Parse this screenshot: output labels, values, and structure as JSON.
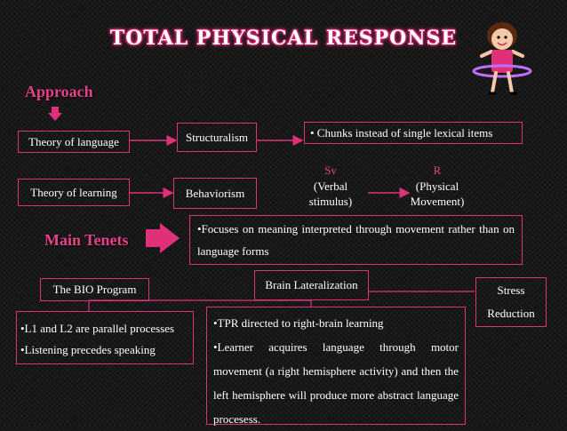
{
  "title": "TOTAL PHYSICAL RESPONSE",
  "approach": {
    "heading": "Approach",
    "language_label": "Theory of language",
    "structuralism": "Structuralism",
    "chunks": "• Chunks instead of single lexical items",
    "learning_label": "Theory of learning",
    "behaviorism": "Behaviorism",
    "sv": "Sv",
    "sv_desc": "(Verbal stimulus)",
    "r": "R",
    "r_desc": "(Physical Movement)"
  },
  "main_tenets": {
    "heading": "Main Tenets",
    "focus": "•Focuses on meaning interpreted through movement rather than on language forms",
    "bio": "The BIO Program",
    "brain": "Brain Lateralization",
    "stress": "Stress Reduction",
    "bio_points": [
      "•L1 and L2 are parallel processes",
      "•Listening precedes speaking"
    ],
    "brain_points": [
      "•TPR directed to right-brain learning",
      "•Learner acquires language through motor movement (a right hemisphere activity) and then the left hemisphere will produce more abstract language procesess."
    ]
  },
  "colors": {
    "accent": "#e0307a",
    "arrow": "#e6408a",
    "sv_r": "#e6408a"
  }
}
